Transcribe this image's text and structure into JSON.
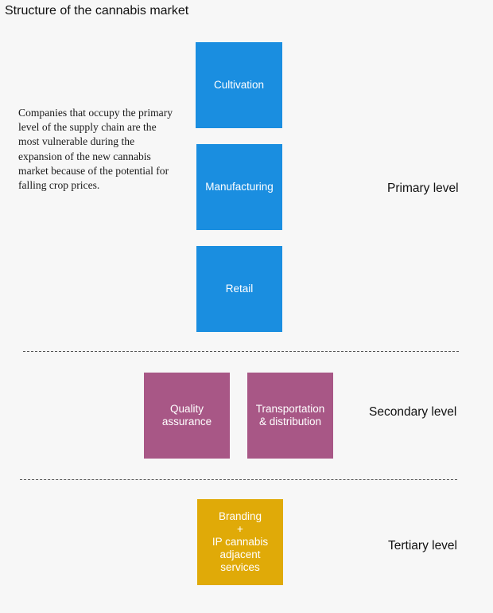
{
  "title": "Structure of the cannabis market",
  "note": "Companies that occupy the primary level of the supply chain are the most vulnerable during the expansion of the new cannabis market because of the potential for falling crop prices.",
  "boxes": {
    "cultivation": "Cultivation",
    "manufacturing": "Manufacturing",
    "retail": "Retail",
    "quality_assurance": [
      "Quality",
      "assurance"
    ],
    "transportation": [
      "Transportation",
      "& distribution"
    ],
    "branding": [
      "Branding",
      "+",
      "IP cannabis",
      "adjacent",
      "services"
    ]
  },
  "levels": {
    "primary": "Primary level",
    "secondary": "Secondary level",
    "tertiary": "Tertiary level"
  },
  "colors": {
    "primary": "#1a8ee0",
    "secondary": "#a85786",
    "tertiary": "#e0aa08"
  }
}
